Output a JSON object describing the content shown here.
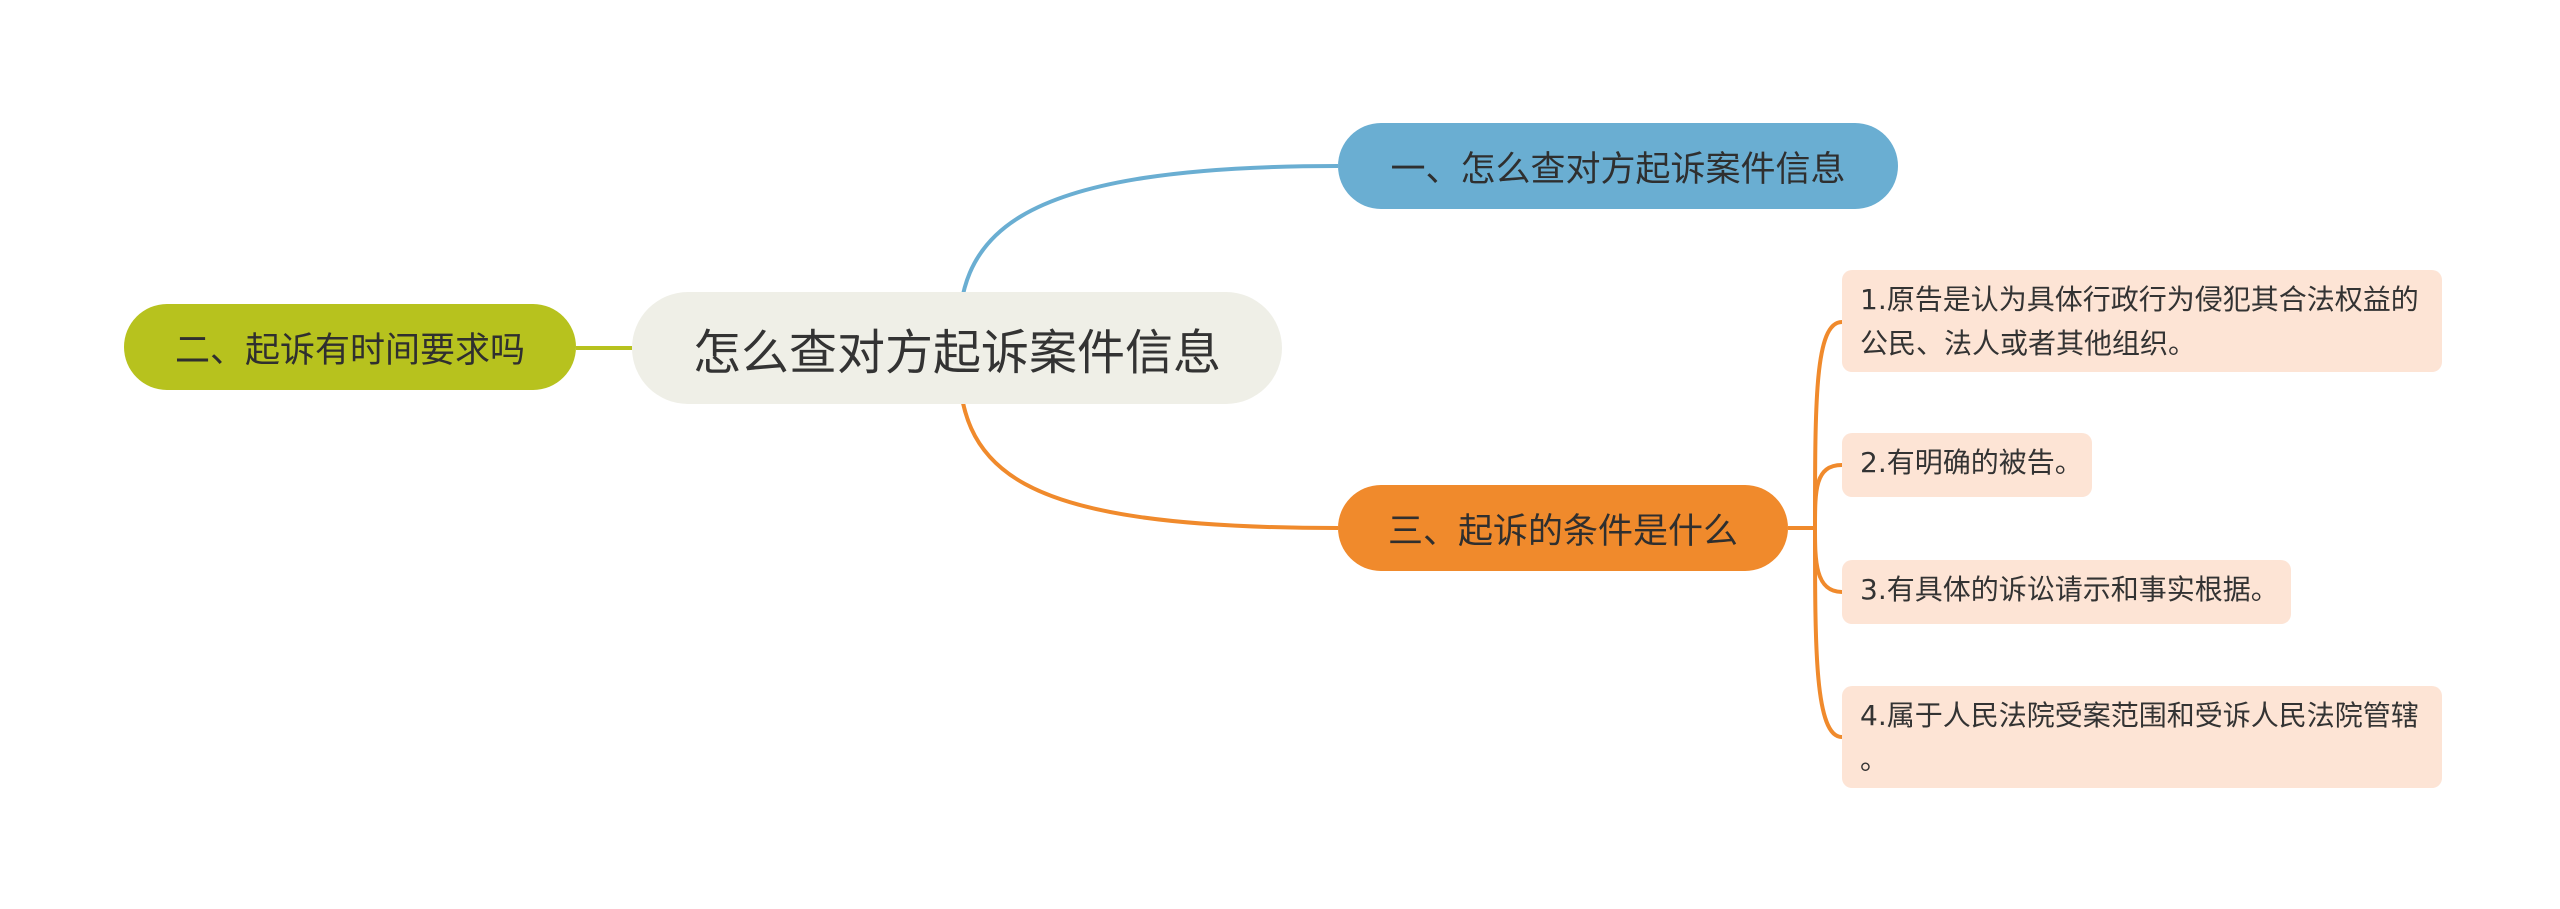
{
  "root": {
    "title": "怎么查对方起诉案件信息"
  },
  "branches": [
    {
      "label": "一、怎么查对方起诉案件信息",
      "color": "#6aaed2"
    },
    {
      "label": "二、起诉有时间要求吗",
      "color": "#b7c21e"
    },
    {
      "label": "三、起诉的条件是什么",
      "color": "#f08a2c"
    }
  ],
  "conditions": [
    {
      "line1": "1.原告是认为具体行政行为侵犯其合法权益的",
      "line2": "公民、法人或者其他组织。"
    },
    {
      "line1": "2.有明确的被告。"
    },
    {
      "line1": "3.有具体的诉讼请示和事实根据。"
    },
    {
      "line1": "4.属于人民法院受案范围和受诉人民法院管辖",
      "line2": "。"
    }
  ],
  "colors": {
    "leaf_bg": "#fde4d5",
    "root_bg": "#efefe7",
    "orange_edge": "#f08a2c",
    "blue_edge": "#6aaed2",
    "green_edge": "#b7c21e"
  }
}
